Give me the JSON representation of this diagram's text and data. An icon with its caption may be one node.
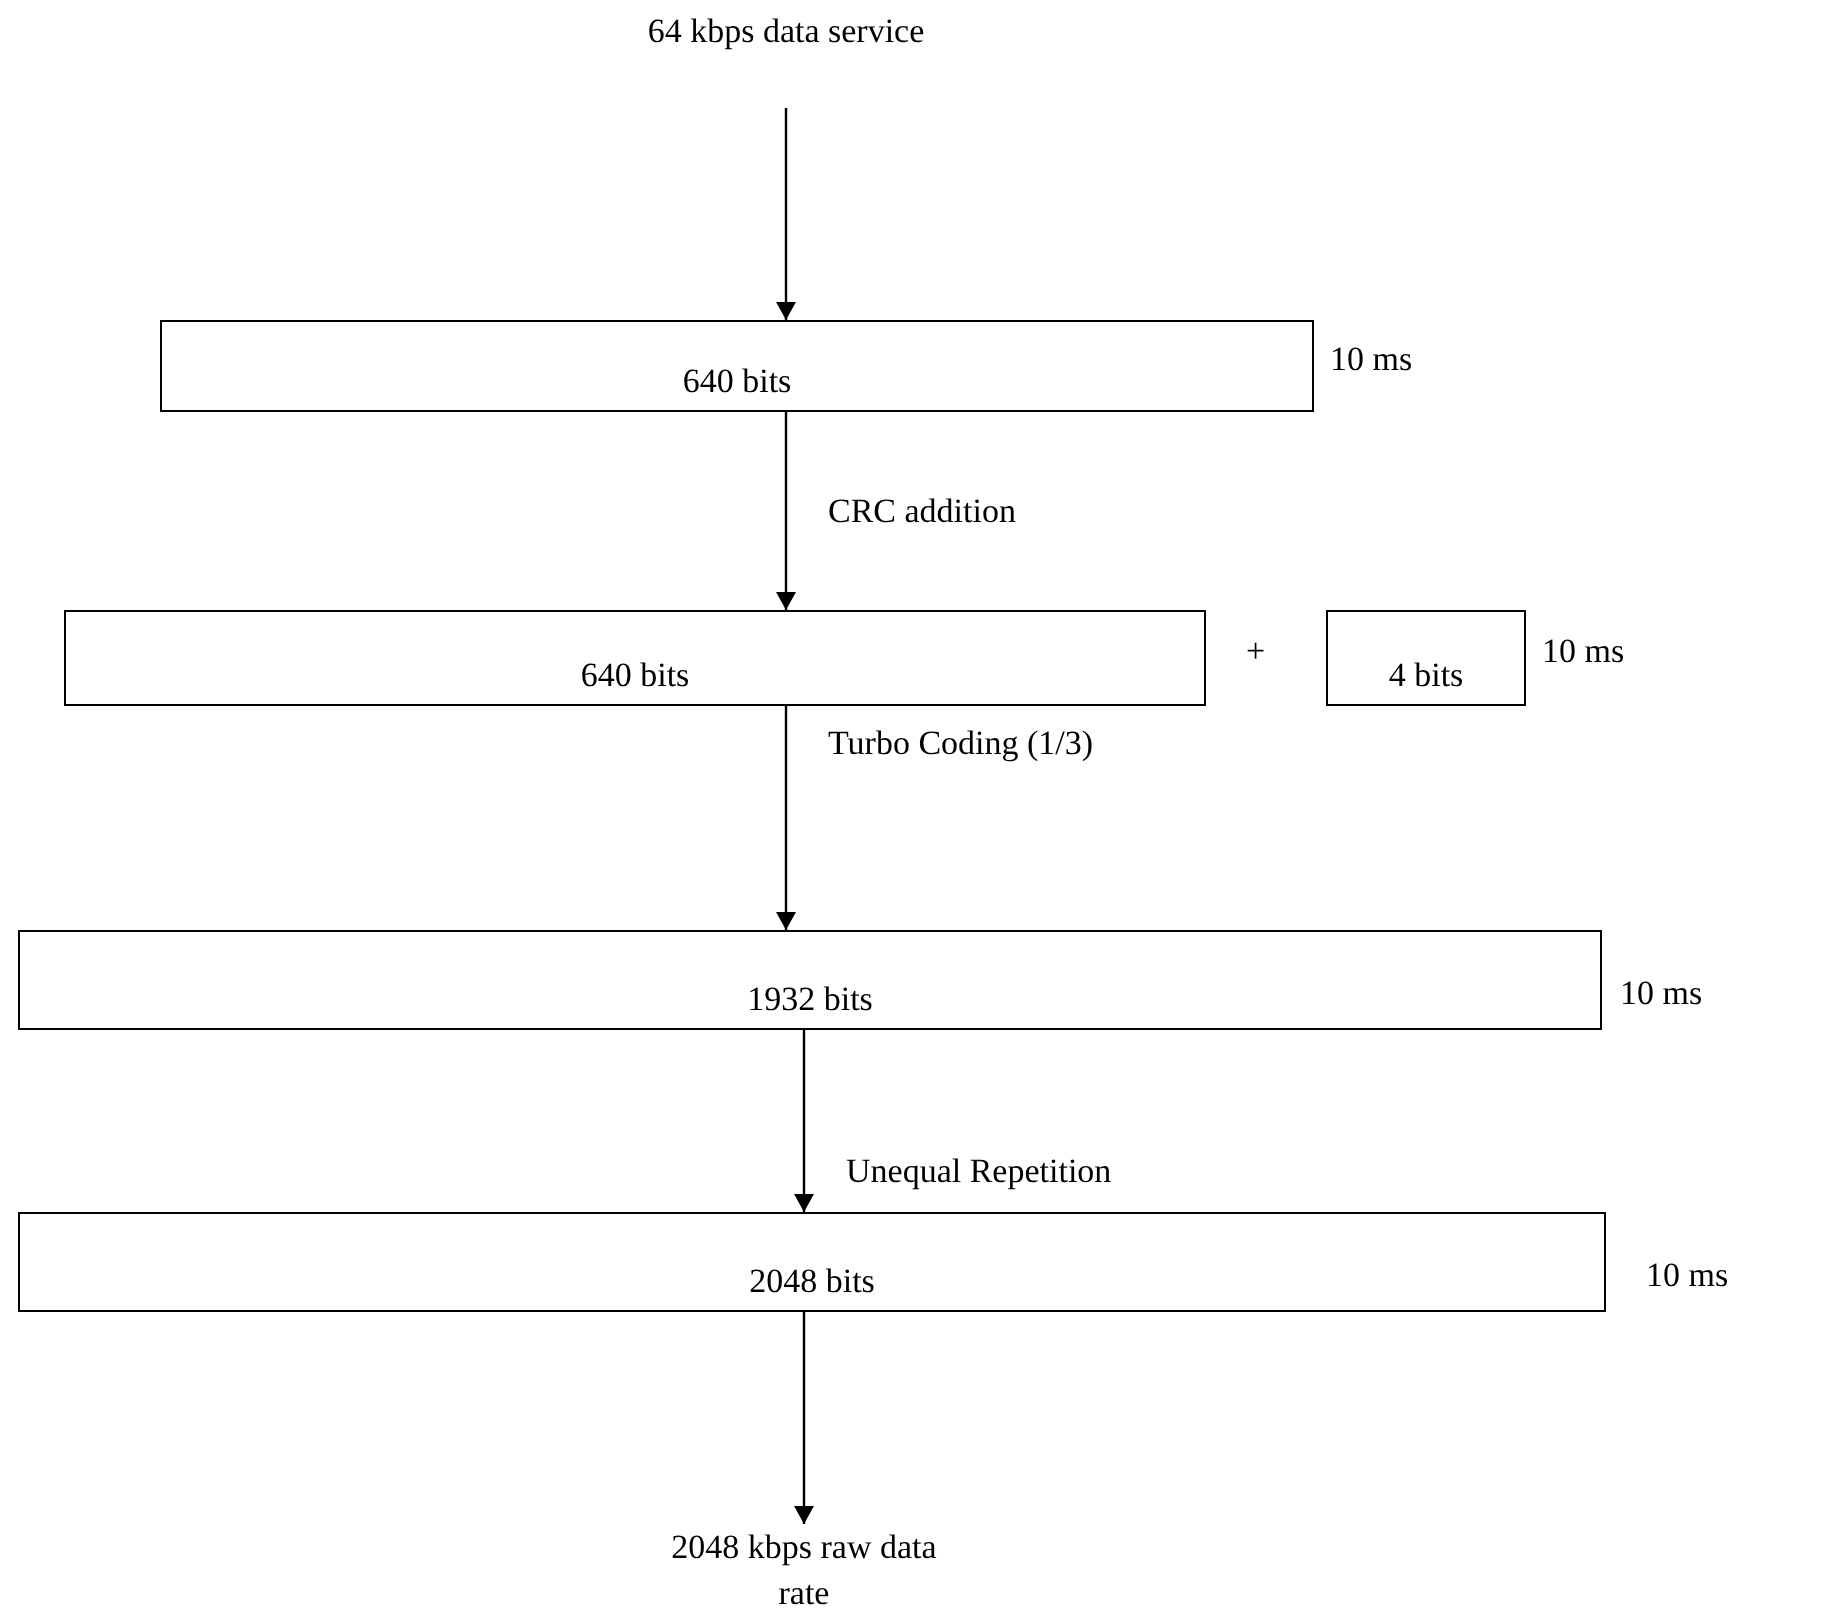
{
  "diagram": {
    "nodes": [
      {
        "text": [
          "64 kbps data service"
        ]
      },
      {
        "text": [
          "640 bits"
        ],
        "beside": [
          "10 ms"
        ]
      },
      {
        "text": [
          "640 bits"
        ]
      },
      {
        "text": [
          "4 bits"
        ],
        "beside": [
          "10 ms"
        ]
      },
      {
        "text": [
          "1932 bits"
        ],
        "beside": [
          "10 ms"
        ]
      },
      {
        "text": [
          "2048 bits"
        ],
        "beside": [
          "10 ms"
        ]
      },
      {
        "text": [
          "2048 kbps raw data rate"
        ]
      }
    ],
    "edges": [
      {
        "from": 0,
        "to": 1,
        "arrow": "to"
      },
      {
        "from": 1,
        "to": 2,
        "arrow": "to",
        "label": "CRC addition"
      },
      {
        "from": 2,
        "to": 4,
        "arrow": "to",
        "label": "Turbo Coding (1/3)"
      },
      {
        "from": 4,
        "to": 5,
        "arrow": "to",
        "label": "Unequal Repetition"
      },
      {
        "from": 5,
        "to": 6,
        "arrow": "to"
      }
    ],
    "labels": [
      "+"
    ]
  }
}
